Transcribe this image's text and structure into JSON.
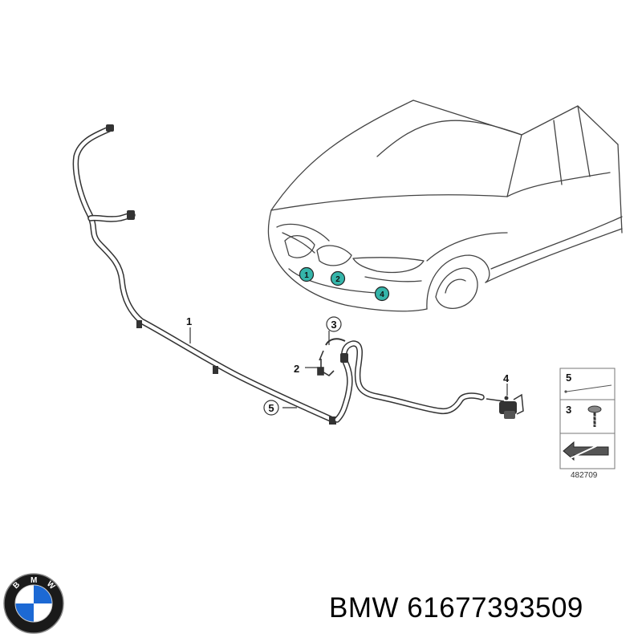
{
  "diagram": {
    "callouts": {
      "c1": "1",
      "c2": "2",
      "c3": "3",
      "c4": "4",
      "c5": "5"
    },
    "car_markers": {
      "m1": "1",
      "m2": "2",
      "m4": "4"
    },
    "legend": {
      "item_top": "5",
      "item_mid": "3",
      "reference": "482709"
    }
  },
  "logo": {
    "letters": [
      "B",
      "M",
      "W"
    ]
  },
  "caption": {
    "text": "BMW 61677393509"
  },
  "colors": {
    "line": "#333333",
    "teal": "#35b5aa",
    "bmw_blue": "#1c69d4",
    "logo_ring": "#1a1a1a"
  }
}
